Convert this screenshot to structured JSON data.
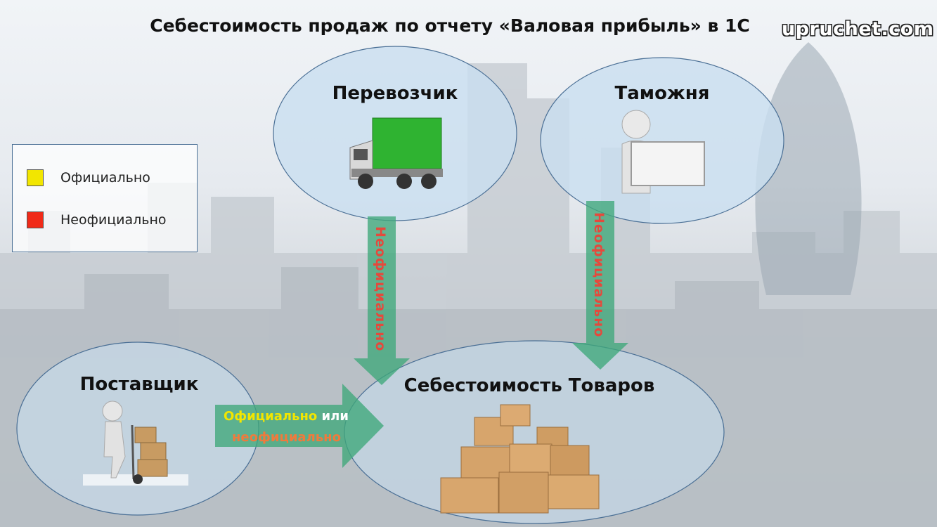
{
  "title": "Себестоимость продаж по отчету «Валовая прибыль» в 1С",
  "watermark": "upruchet.com",
  "legend": {
    "items": [
      {
        "label": "Официально",
        "color": "#f2e600"
      },
      {
        "label": "Неофициально",
        "color": "#f02a18"
      }
    ]
  },
  "nodes": {
    "carrier": "Перевозчик",
    "customs": "Таможня",
    "supplier": "Поставщик",
    "cost": "Себестоимость Товаров"
  },
  "arrows": {
    "carrier_to_cost": "Неофициально",
    "customs_to_cost": "Неофициально",
    "supplier_to_cost": {
      "part1": "Официально",
      "part2": " или",
      "part3": "неофициально"
    }
  },
  "colors": {
    "official": "#f2e600",
    "unofficial": "#f02a18",
    "arrow": "#3fa87a",
    "ellipse": "#c9dff0"
  }
}
